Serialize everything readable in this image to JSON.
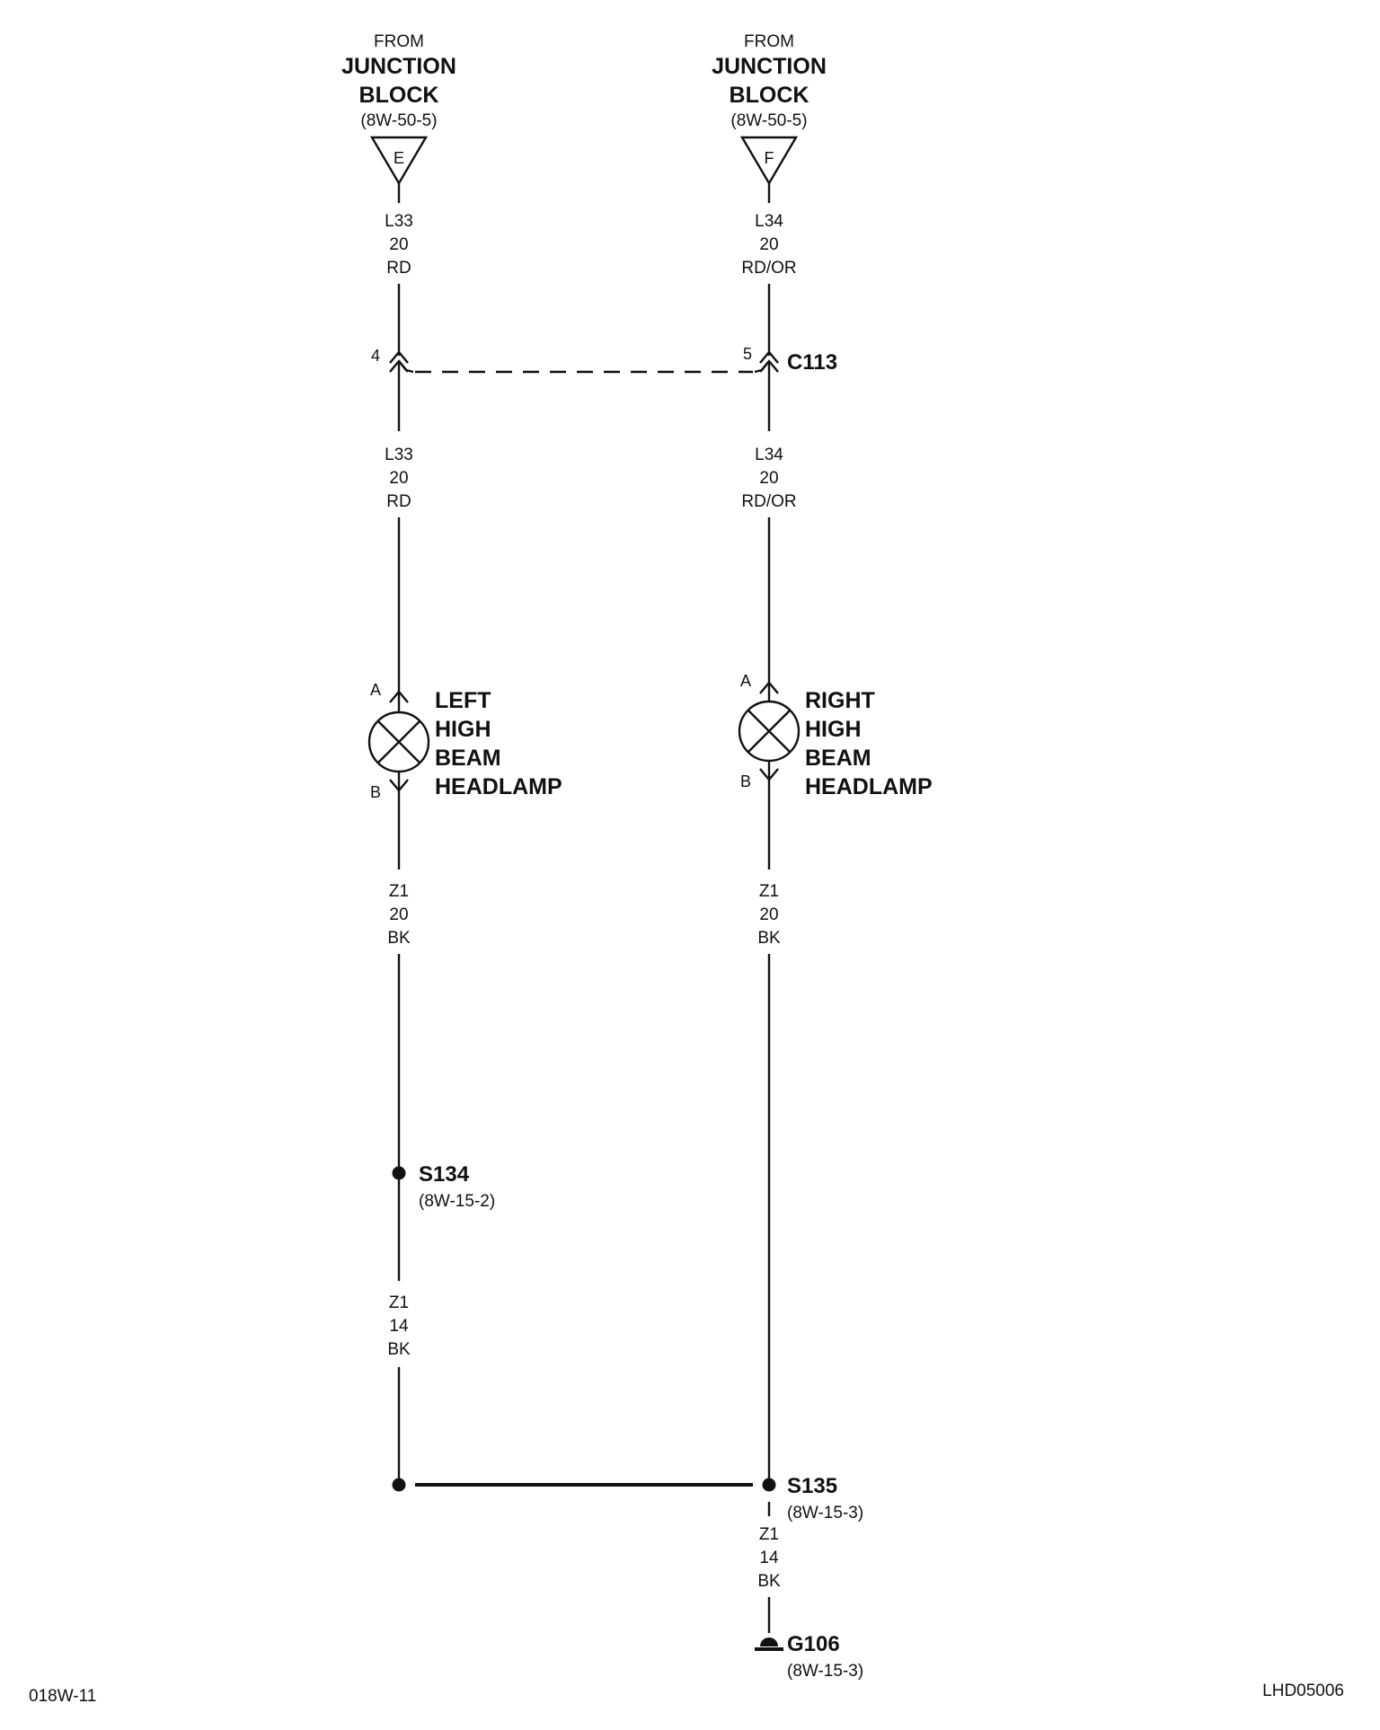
{
  "sources": [
    {
      "from": "FROM",
      "name1": "JUNCTION",
      "name2": "BLOCK",
      "ref": "(8W-50-5)",
      "terminal": "E"
    },
    {
      "from": "FROM",
      "name1": "JUNCTION",
      "name2": "BLOCK",
      "ref": "(8W-50-5)",
      "terminal": "F"
    }
  ],
  "wires": {
    "left_top": {
      "circuit": "L33",
      "gauge": "20",
      "color": "RD"
    },
    "right_top": {
      "circuit": "L34",
      "gauge": "20",
      "color": "RD/OR"
    },
    "left_mid": {
      "circuit": "L33",
      "gauge": "20",
      "color": "RD"
    },
    "right_mid": {
      "circuit": "L34",
      "gauge": "20",
      "color": "RD/OR"
    },
    "left_ground": {
      "circuit": "Z1",
      "gauge": "20",
      "color": "BK"
    },
    "right_ground": {
      "circuit": "Z1",
      "gauge": "20",
      "color": "BK"
    },
    "left_lower": {
      "circuit": "Z1",
      "gauge": "14",
      "color": "BK"
    },
    "right_lower": {
      "circuit": "Z1",
      "gauge": "14",
      "color": "BK"
    }
  },
  "connector": {
    "id": "C113",
    "pin_left": "4",
    "pin_right": "5"
  },
  "lamps": [
    {
      "line1": "LEFT",
      "line2": "HIGH",
      "line3": "BEAM",
      "line4": "HEADLAMP",
      "pin_a": "A",
      "pin_b": "B"
    },
    {
      "line1": "RIGHT",
      "line2": "HIGH",
      "line3": "BEAM",
      "line4": "HEADLAMP",
      "pin_a": "A",
      "pin_b": "B"
    }
  ],
  "splices": [
    {
      "id": "S134",
      "ref": "(8W-15-2)"
    },
    {
      "id": "S135",
      "ref": "(8W-15-3)"
    }
  ],
  "ground": {
    "id": "G106",
    "ref": "(8W-15-3)"
  },
  "footer": {
    "left": "018W-11",
    "right": "LHD05006"
  }
}
